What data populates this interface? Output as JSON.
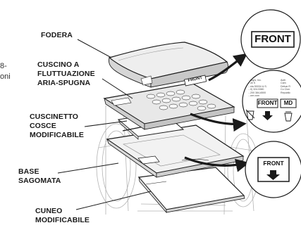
{
  "labels": {
    "fodera": "FODERA",
    "cuscino_line1": "CUSCINO A",
    "cuscino_line2": "FLUTTUAZIONE",
    "cuscino_line3": "ARIA-SPUGNA",
    "cuscinetto_line1": "CUSCINETTO",
    "cuscinetto_line2": "COSCE",
    "cuscinetto_line3": "MODIFICABILE",
    "base_line1": "BASE",
    "base_line2": "SAGOMATA",
    "cuneo_line1": "CUNEO",
    "cuneo_line2": "MODIFICABILE"
  },
  "cropped_text": {
    "top": "8-",
    "bottom": "oni"
  },
  "badges": {
    "front_large": "FRONT",
    "cover_tag": "FRONT",
    "label_card_front": "FRONT",
    "label_card_md": "MD",
    "base_front": "FRONT"
  },
  "label_card_lines": {
    "left": "...rogrs, Inc.\n...ve S\n...nia 90034 U.S.\n...0) 324-5380\n...200 384-6500\n...ore.com",
    "right": "Auth\nCam\nDelvar R\nCo Clon\nRepublic"
  },
  "colors": {
    "ink": "#1a1a1a",
    "callout_fill": "#ffffff",
    "cushion_shade": "#e6e6e6",
    "base_shade": "#f2f2f2"
  }
}
